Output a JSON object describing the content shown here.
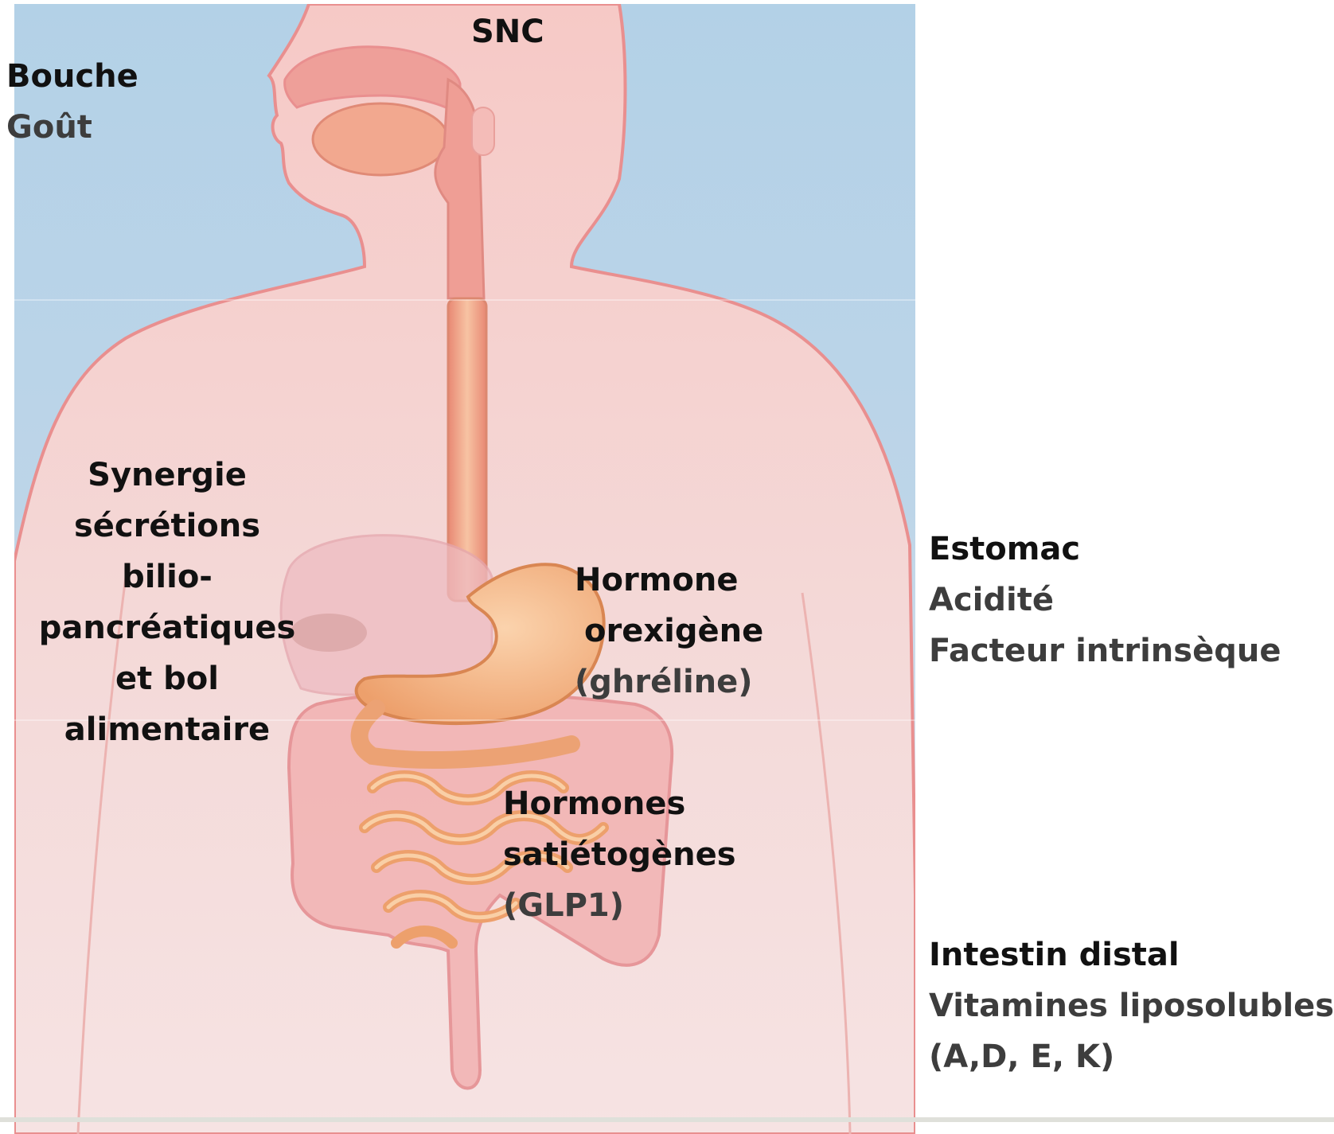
{
  "labels": {
    "snc": "SNC",
    "bouche": {
      "title": "Bouche",
      "sub": "Goût"
    },
    "synergie": [
      "Synergie",
      "sécrétions",
      "bilio-",
      "pancréatiques",
      "et bol",
      "alimentaire"
    ],
    "hormone_orexigene": [
      "Hormone",
      "orexigène",
      "(ghréline)"
    ],
    "hormones_satietogenes": [
      "Hormones",
      "satiétogènes",
      "(GLP1)"
    ],
    "estomac": {
      "title": "Estomac",
      "lines": [
        "Acidité",
        "Facteur intrinsèque"
      ]
    },
    "intestin": {
      "title": "Intestin distal",
      "lines": [
        "Vitamines liposolubles",
        "(A,D, E, K)"
      ]
    }
  },
  "colors": {
    "background_top": "#b3d1e7",
    "background_bottom": "#e4e8ef",
    "body_skin": "#f6cfcc",
    "body_outline": "#e98f8f",
    "organ_pink": "#ee9f99",
    "digestive_orange": "#f2b17f"
  }
}
